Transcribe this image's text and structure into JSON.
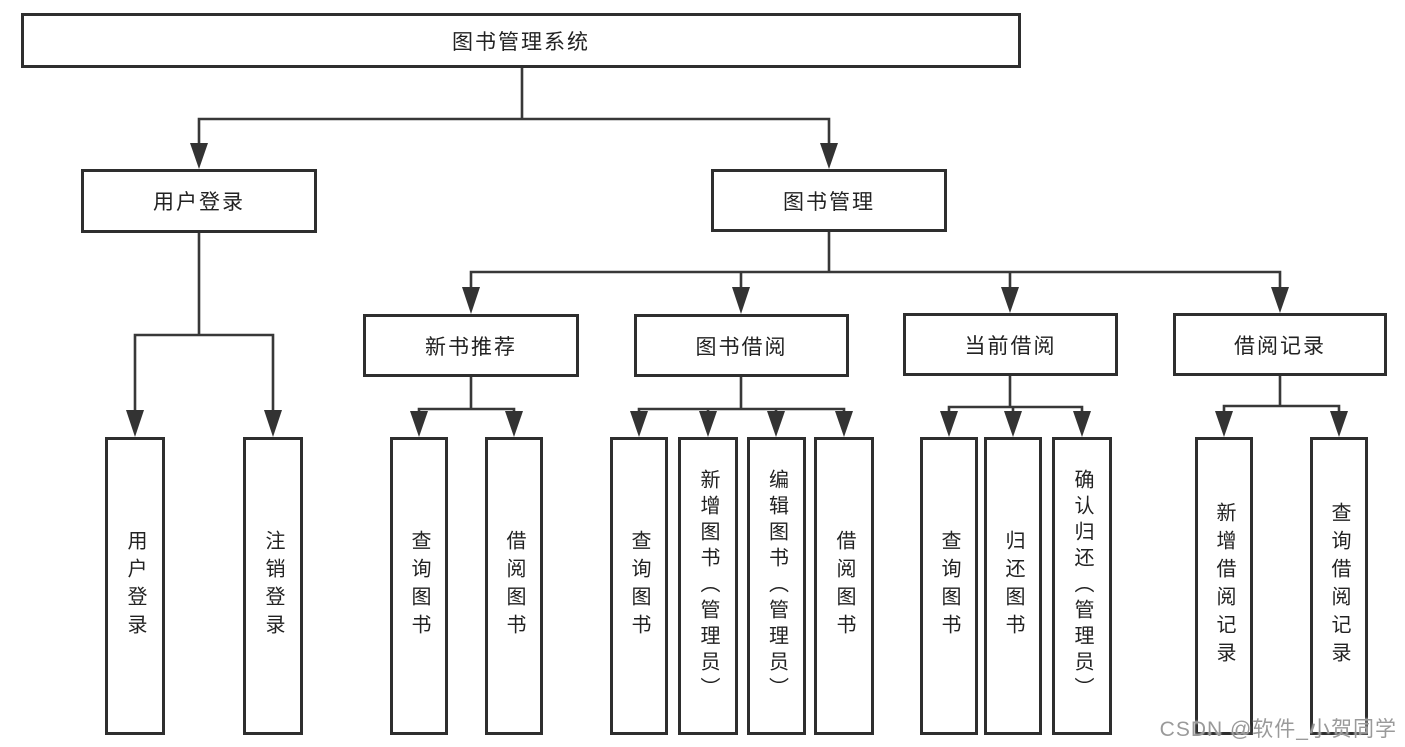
{
  "tree": {
    "root": {
      "label": "图书管理系统",
      "children": [
        {
          "label": "用户登录",
          "children": [
            {
              "label": "用户登录"
            },
            {
              "label": "注销登录"
            }
          ]
        },
        {
          "label": "图书管理",
          "children": [
            {
              "label": "新书推荐",
              "children": [
                {
                  "label": "查询图书"
                },
                {
                  "label": "借阅图书"
                }
              ]
            },
            {
              "label": "图书借阅",
              "children": [
                {
                  "label": "查询图书"
                },
                {
                  "label": "新增图书（管理员）"
                },
                {
                  "label": "编辑图书（管理员）"
                },
                {
                  "label": "借阅图书"
                }
              ]
            },
            {
              "label": "当前借阅",
              "children": [
                {
                  "label": "查询图书"
                },
                {
                  "label": "归还图书"
                },
                {
                  "label": "确认归还（管理员）"
                }
              ]
            },
            {
              "label": "借阅记录",
              "children": [
                {
                  "label": "新增借阅记录"
                },
                {
                  "label": "查询借阅记录"
                }
              ]
            }
          ]
        }
      ]
    }
  },
  "watermark": {
    "text": "CSDN @软件_小贺同学"
  },
  "colors": {
    "line": "#383838",
    "border": "#2e2e2e",
    "text": "#222222",
    "watermark": "#9a9a9a",
    "background": "#ffffff"
  }
}
